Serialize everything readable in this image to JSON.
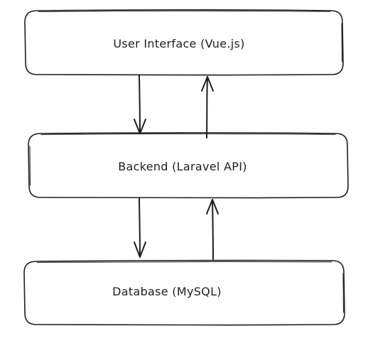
{
  "nodes": {
    "ui": {
      "label": "User Interface (Vue.js)"
    },
    "backend": {
      "label": "Backend (Laravel API)"
    },
    "database": {
      "label": "Database (MySQL)"
    }
  },
  "edges": [
    {
      "from": "ui",
      "to": "backend",
      "direction": "down"
    },
    {
      "from": "backend",
      "to": "ui",
      "direction": "up"
    },
    {
      "from": "backend",
      "to": "database",
      "direction": "down"
    },
    {
      "from": "database",
      "to": "backend",
      "direction": "up"
    }
  ],
  "colors": {
    "stroke": "#1e1e1e",
    "background": "#ffffff"
  }
}
